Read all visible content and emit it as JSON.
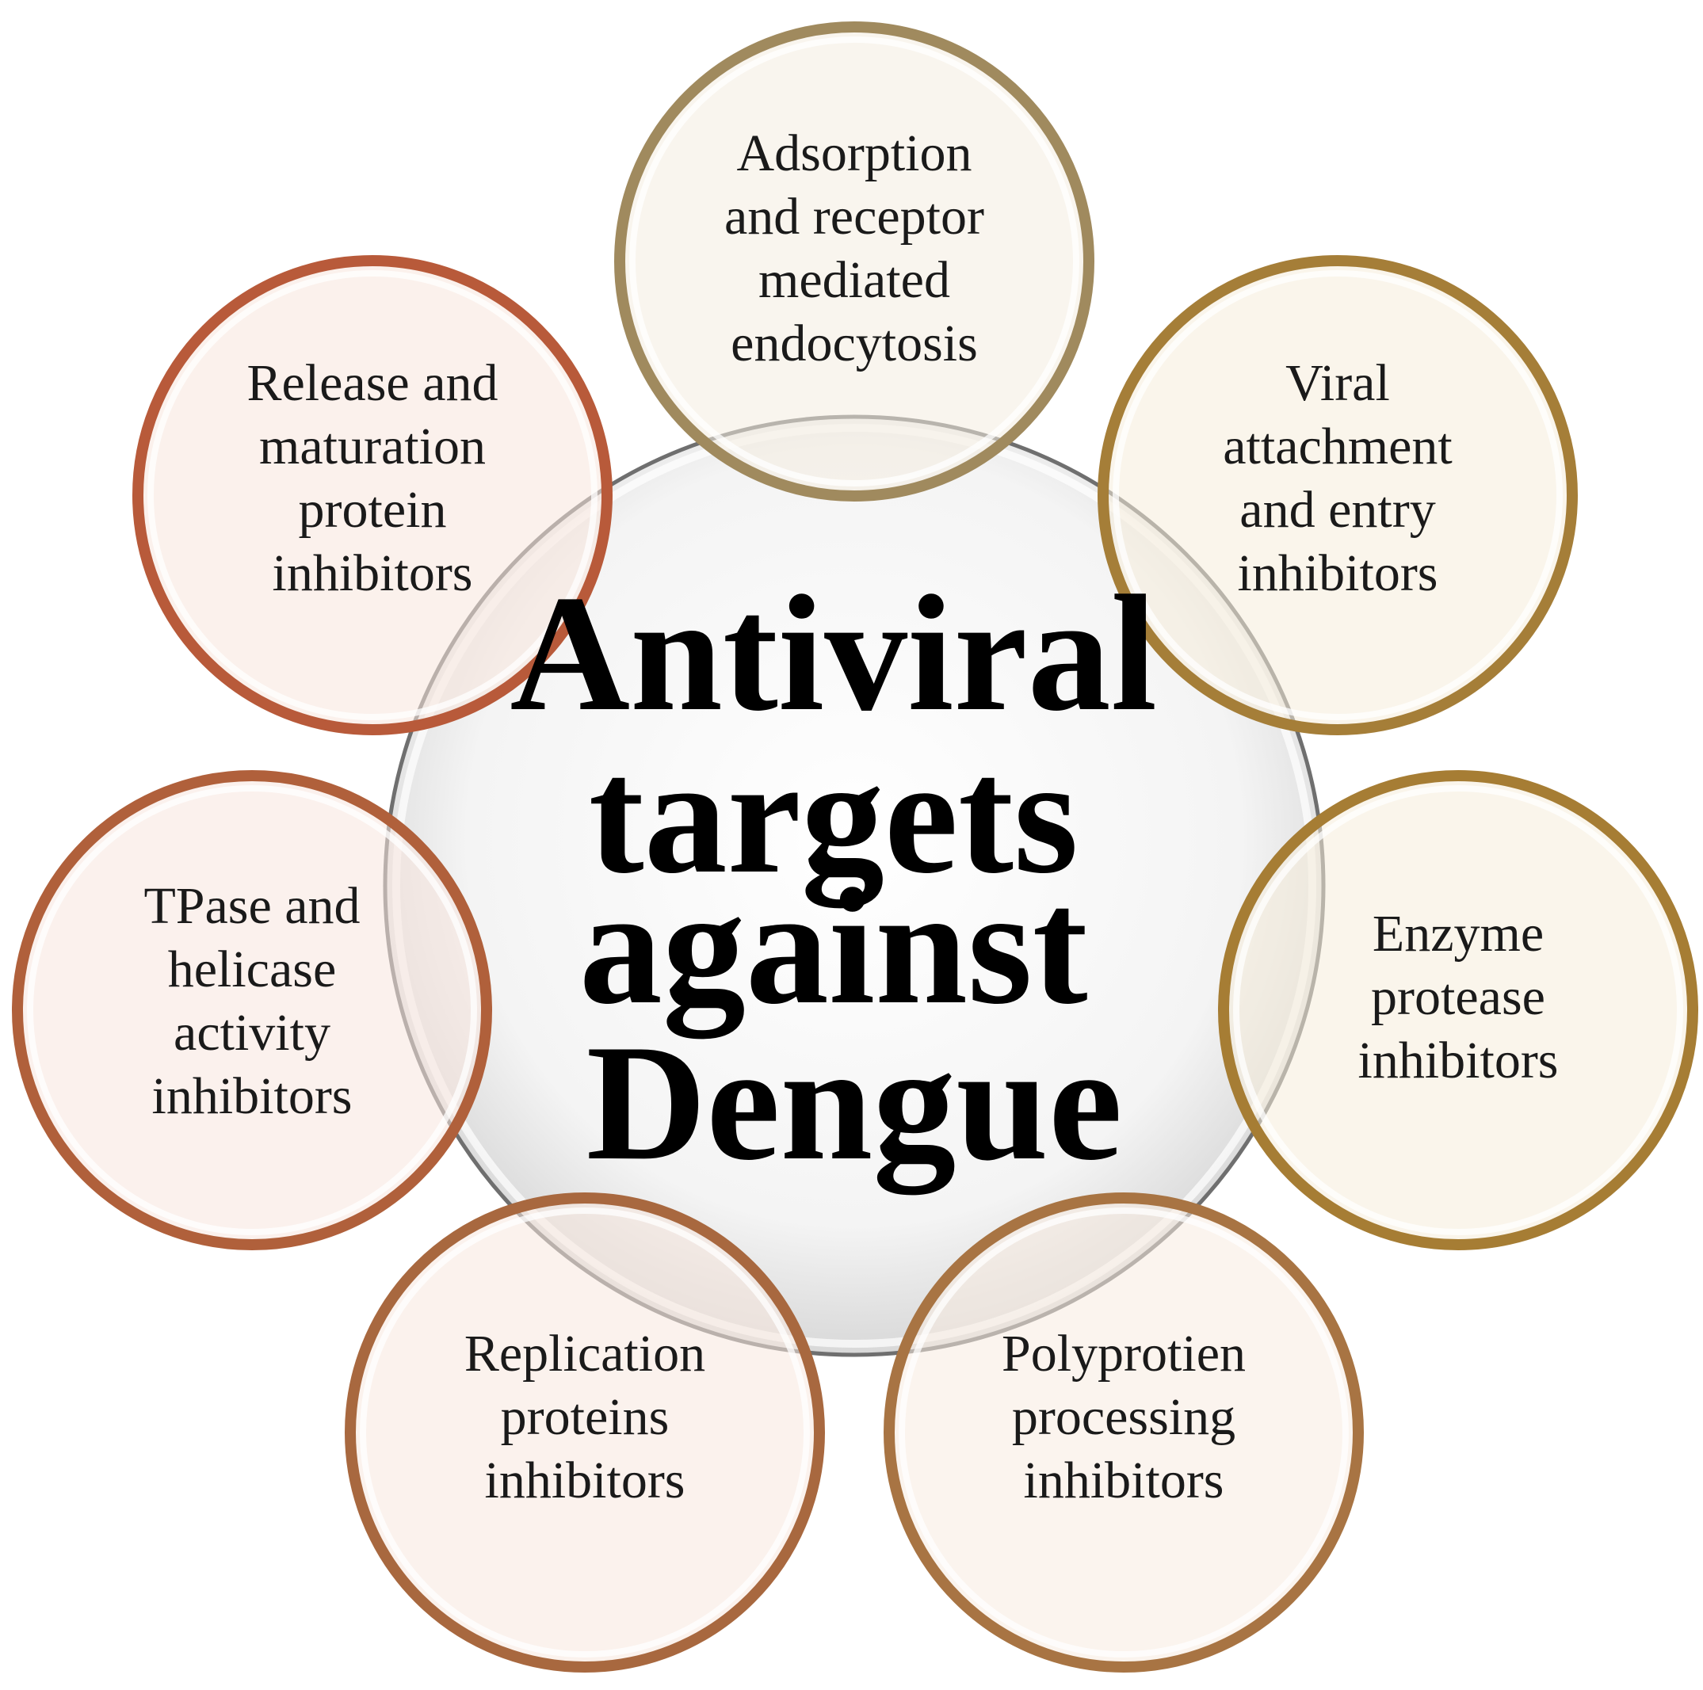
{
  "center": {
    "lines": [
      "Antiviral",
      "targets",
      "against",
      "Dengue"
    ]
  },
  "targets": [
    {
      "lines": [
        "Adsorption",
        "and receptor",
        "mediated",
        "endocytosis"
      ],
      "color": "#a08a5e",
      "fill": "#f4ede0"
    },
    {
      "lines": [
        "Viral",
        "attachment",
        "and entry",
        "inhibitors"
      ],
      "color": "#a57e38",
      "fill": "#f5ecdb"
    },
    {
      "lines": [
        "Enzyme",
        "protease",
        "inhibitors"
      ],
      "color": "#a67d34",
      "fill": "#f6eddb"
    },
    {
      "lines": [
        "Polyprotien",
        "processing",
        "inhibitors"
      ],
      "color": "#a87443",
      "fill": "#f7ebe0"
    },
    {
      "lines": [
        "Replication",
        "proteins",
        "inhibitors"
      ],
      "color": "#a8683f",
      "fill": "#f7e8df"
    },
    {
      "lines": [
        "TPase and",
        "helicase",
        "activity",
        "inhibitors"
      ],
      "color": "#b0603b",
      "fill": "#f8e6de"
    },
    {
      "lines": [
        "Release and",
        "maturation",
        "protein",
        "inhibitors"
      ],
      "color": "#b85a3a",
      "fill": "#f8e5dd"
    }
  ]
}
